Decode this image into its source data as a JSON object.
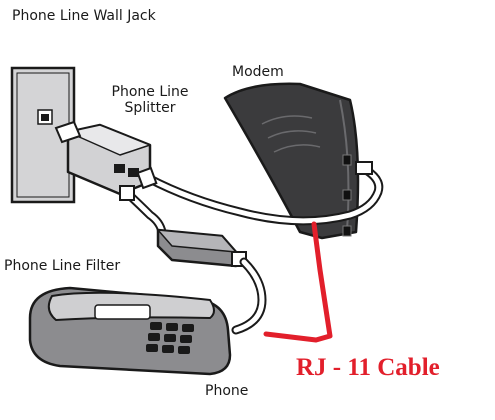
{
  "labels": {
    "wall_jack": "Phone Line Wall Jack",
    "modem": "Modem",
    "splitter_line1": "Phone Line",
    "splitter_line2": "Splitter",
    "filter": "Phone Line Filter",
    "phone": "Phone"
  },
  "callout": {
    "text": "RJ - 11 Cable",
    "color": "#e21f2b"
  },
  "colors": {
    "outline": "#1a1a1a",
    "modem_body": "#3b3b3d",
    "device_gray": "#cfcfd1",
    "device_dark": "#8c8c8f",
    "highlight_cable": "#e21f2b"
  }
}
